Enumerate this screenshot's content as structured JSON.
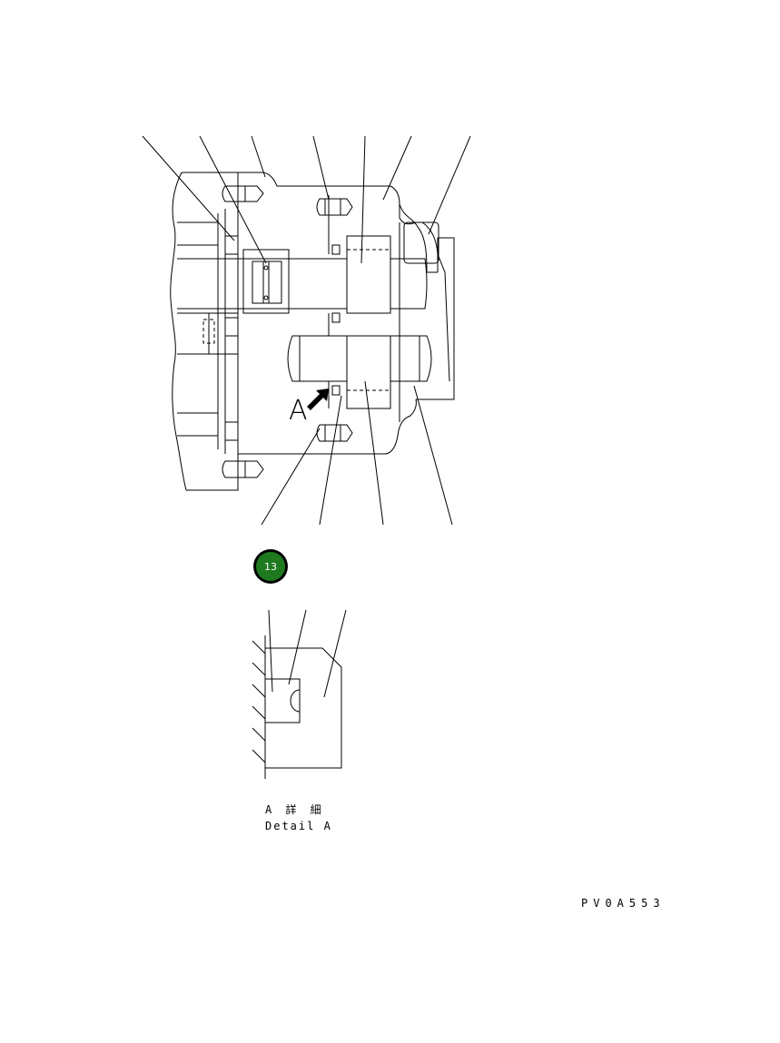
{
  "diagram": {
    "view_marker": "A",
    "badge": {
      "label": "13",
      "fill": "#1f7a1f",
      "ring": "#000000"
    },
    "detail_caption_jp": "A 詳 細",
    "detail_caption_en": "Detail A",
    "drawing_code": "PV0A553"
  }
}
